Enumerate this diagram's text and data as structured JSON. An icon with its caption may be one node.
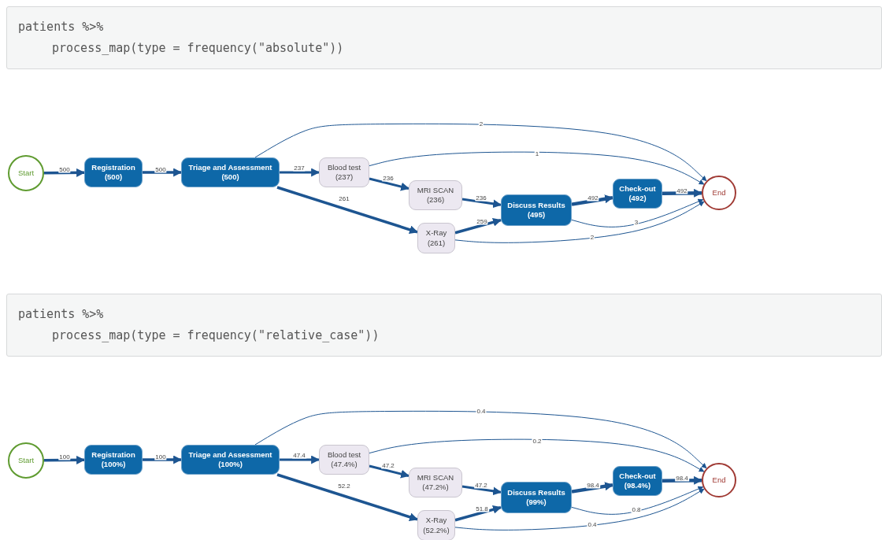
{
  "diagram": {
    "nodes": [
      {
        "text": [
          "patients %>%",
          "process_map(type = frequency(\"absolute\"))"
        ]
      },
      {
        "text": [
          "Start"
        ]
      },
      {
        "text": [
          "Registration",
          "(500)"
        ]
      },
      {
        "text": [
          "Triage and Assessment",
          "(500)"
        ]
      },
      {
        "text": [
          "Blood test",
          "(237)"
        ]
      },
      {
        "text": [
          "MRI SCAN",
          "(236)"
        ]
      },
      {
        "text": [
          "X-Ray",
          "(261)"
        ]
      },
      {
        "text": [
          "Discuss Results",
          "(495)"
        ]
      },
      {
        "text": [
          "Check-out",
          "(492)"
        ]
      },
      {
        "text": [
          "End"
        ]
      },
      {
        "text": [
          "patients %>%",
          "process_map(type = frequency(\"relative_case\"))"
        ]
      },
      {
        "text": [
          "Start"
        ]
      },
      {
        "text": [
          "Registration",
          "(100%)"
        ]
      },
      {
        "text": [
          "Triage and Assessment",
          "(100%)"
        ]
      },
      {
        "text": [
          "Blood test",
          "(47.4%)"
        ]
      },
      {
        "text": [
          "MRI SCAN",
          "(47.2%)"
        ]
      },
      {
        "text": [
          "X-Ray",
          "(52.2%)"
        ]
      },
      {
        "text": [
          "Discuss Results",
          "(99%)"
        ]
      },
      {
        "text": [
          "Check-out",
          "(98.4%)"
        ]
      },
      {
        "text": [
          "End"
        ]
      }
    ],
    "edges": [
      {
        "from": 1,
        "to": 2,
        "arrow": "to",
        "label": "500"
      },
      {
        "from": 2,
        "to": 3,
        "arrow": "to",
        "label": "500"
      },
      {
        "from": 3,
        "to": 4,
        "arrow": "to",
        "label": "237"
      },
      {
        "from": 3,
        "to": 6,
        "arrow": "to",
        "label": "261"
      },
      {
        "from": 3,
        "to": 9,
        "arrow": "to",
        "label": "2"
      },
      {
        "from": 4,
        "to": 5,
        "arrow": "to",
        "label": "236"
      },
      {
        "from": 4,
        "to": 9,
        "arrow": "to",
        "label": "1"
      },
      {
        "from": 5,
        "to": 7,
        "arrow": "to",
        "label": "236"
      },
      {
        "from": 6,
        "to": 7,
        "arrow": "to",
        "label": "259"
      },
      {
        "from": 6,
        "to": 9,
        "arrow": "to",
        "label": "2"
      },
      {
        "from": 7,
        "to": 8,
        "arrow": "to",
        "label": "492"
      },
      {
        "from": 7,
        "to": 9,
        "arrow": "to",
        "label": "3"
      },
      {
        "from": 8,
        "to": 9,
        "arrow": "to",
        "label": "492"
      },
      {
        "from": 11,
        "to": 12,
        "arrow": "to",
        "label": "100"
      },
      {
        "from": 12,
        "to": 13,
        "arrow": "to",
        "label": "100"
      },
      {
        "from": 13,
        "to": 14,
        "arrow": "to",
        "label": "47.4"
      },
      {
        "from": 13,
        "to": 16,
        "arrow": "to",
        "label": "52.2"
      },
      {
        "from": 13,
        "to": 19,
        "arrow": "to",
        "label": "0.4"
      },
      {
        "from": 14,
        "to": 15,
        "arrow": "to",
        "label": "47.2"
      },
      {
        "from": 14,
        "to": 19,
        "arrow": "to",
        "label": "0.2"
      },
      {
        "from": 15,
        "to": 17,
        "arrow": "to",
        "label": "47.2"
      },
      {
        "from": 16,
        "to": 17,
        "arrow": "to",
        "label": "51.8"
      },
      {
        "from": 16,
        "to": 19,
        "arrow": "to",
        "label": "0.4"
      },
      {
        "from": 17,
        "to": 18,
        "arrow": "to",
        "label": "98.4"
      },
      {
        "from": 17,
        "to": 19,
        "arrow": "to",
        "label": "0.8"
      },
      {
        "from": 18,
        "to": 19,
        "arrow": "to",
        "label": "98.4"
      }
    ]
  }
}
